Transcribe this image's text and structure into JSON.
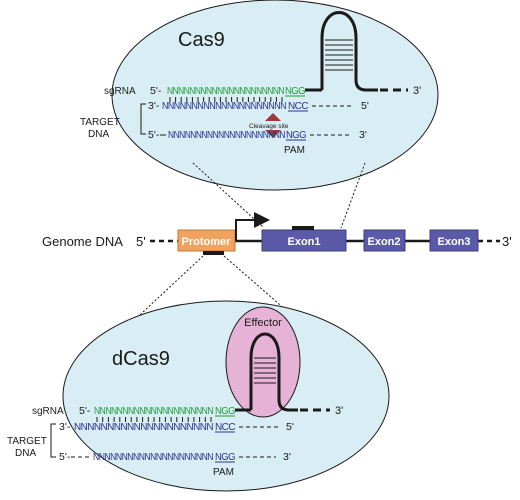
{
  "top_panel": {
    "title": "Cas9",
    "sgrna_label": "sgRNA",
    "target_label_1": "TARGET",
    "target_label_2": "DNA",
    "sgrna_5": "5'-",
    "sgrna_seq": "NNNNNNNNNNNNNNNNNNNNN",
    "sgrna_ngg": "NGG",
    "sgrna_3": "3'",
    "strand1_3": "3'-",
    "strand1_seq": "NNNNNNNNNNNNNNNNNNNNN",
    "strand1_ncc": "NCC",
    "strand1_5": "5'",
    "cleavage_label": "Cleavage site",
    "strand2_5": "5'-",
    "strand2_seq": "NNNNNNNNNNNNNNNNNNNNN",
    "strand2_ngg": "NGG",
    "strand2_3": "3'",
    "pam_label": "PAM"
  },
  "genome": {
    "label": "Genome DNA",
    "prime5": "5'",
    "prime3": "3'",
    "promoter": "Protomer",
    "exon1": "Exon1",
    "exon2": "Exon2",
    "exon3": "Exon3"
  },
  "bottom_panel": {
    "title": "dCas9",
    "effector_label": "Effector",
    "sgrna_label": "sgRNA",
    "target_label_1": "TARGET",
    "target_label_2": "DNA",
    "sgrna_5": "5'-",
    "sgrna_seq": "NNNNNNNNNNNNNNNNNNNNN",
    "sgrna_ngg": "NGG",
    "sgrna_3": "3'",
    "strand1_3": "3'-",
    "strand1_seq": "NNNNNNNNNNNNNNNNNNNNN",
    "strand1_ncc": "NCC",
    "strand1_5": "5'",
    "strand2_5": "5'-",
    "strand2_seq": "NNNNNNNNNNNNNNNNNNNNN",
    "strand2_ngg": "NGG",
    "strand2_3": "3'",
    "pam_label": "PAM"
  },
  "colors": {
    "ellipse_fill": "#d9eef4",
    "promoter_fill": "#f0a35e",
    "exon_fill": "#5a5aa8",
    "effector_fill": "#e6b3d6",
    "sgrna_green": "#1e9a3c",
    "dna_blue": "#26338f",
    "cleavage_red": "#9b3a3a"
  }
}
